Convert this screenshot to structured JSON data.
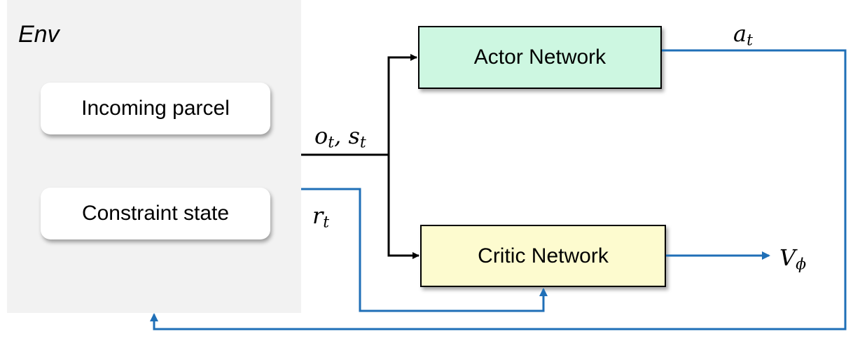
{
  "env": {
    "title": "Env",
    "items": [
      {
        "label": "Incoming parcel"
      },
      {
        "label": "Constraint state"
      }
    ]
  },
  "actor": {
    "label": "Actor Network"
  },
  "critic": {
    "label": "Critic Network"
  },
  "signals": {
    "observation": {
      "base1": "o",
      "sub1": "t",
      "sep": ", ",
      "base2": "s",
      "sub2": "t"
    },
    "reward": {
      "base": "r",
      "sub": "t"
    },
    "action": {
      "base": "a",
      "sub": "t"
    },
    "value": {
      "base": "V",
      "sub": "ϕ"
    }
  },
  "colors": {
    "env_panel": "#f2f2f2",
    "actor_fill": "#cdf7e1",
    "critic_fill": "#fdfbcf",
    "black_wire": "#000000",
    "blue_wire": "#1f6fb7"
  }
}
